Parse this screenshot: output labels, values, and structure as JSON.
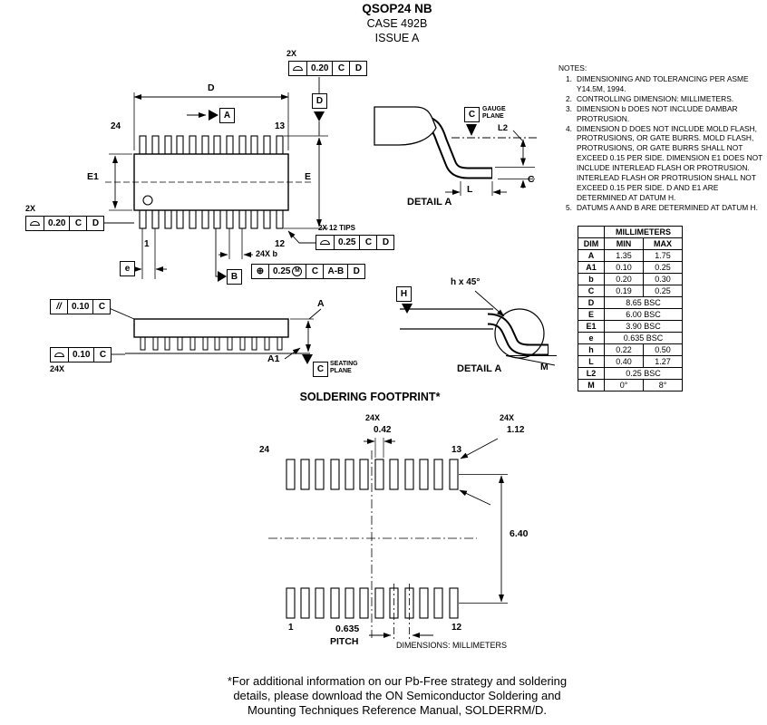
{
  "header": {
    "title": "QSOP24 NB",
    "case": "CASE 492B",
    "issue": "ISSUE A"
  },
  "notes": {
    "heading": "NOTES:",
    "items": [
      {
        "num": "1.",
        "text": "DIMENSIONING AND TOLERANCING PER ASME Y14.5M, 1994."
      },
      {
        "num": "2.",
        "text": "CONTROLLING DIMENSION: MILLIMETERS."
      },
      {
        "num": "3.",
        "text": "DIMENSION b DOES NOT INCLUDE DAMBAR PROTRUSION."
      },
      {
        "num": "4.",
        "text": "DIMENSION D DOES NOT INCLUDE MOLD FLASH, PROTRUSIONS, OR GATE BURRS. MOLD FLASH, PROTRUSIONS, OR GATE BURRS SHALL NOT EXCEED 0.15 PER SIDE. DIMENSION E1 DOES NOT INCLUDE INTERLEAD FLASH OR PROTRUSION. INTERLEAD FLASH OR PROTRUSION SHALL NOT EXCEED 0.15 PER SIDE. D AND E1 ARE DETERMINED AT DATUM H."
      },
      {
        "num": "5.",
        "text": "DATUMS A AND B ARE DETERMINED AT DATUM H."
      }
    ]
  },
  "dim_table": {
    "units_header": "MILLIMETERS",
    "col_dim": "DIM",
    "col_min": "MIN",
    "col_max": "MAX",
    "rows": [
      {
        "dim": "A",
        "min": "1.35",
        "max": "1.75"
      },
      {
        "dim": "A1",
        "min": "0.10",
        "max": "0.25"
      },
      {
        "dim": "b",
        "min": "0.20",
        "max": "0.30"
      },
      {
        "dim": "C",
        "min": "0.19",
        "max": "0.25"
      },
      {
        "dim": "D",
        "bsc": "8.65 BSC"
      },
      {
        "dim": "E",
        "bsc": "6.00 BSC"
      },
      {
        "dim": "E1",
        "bsc": "3.90 BSC"
      },
      {
        "dim": "e",
        "bsc": "0.635 BSC"
      },
      {
        "dim": "h",
        "min": "0.22",
        "max": "0.50"
      },
      {
        "dim": "L",
        "min": "0.40",
        "max": "1.27"
      },
      {
        "dim": "L2",
        "bsc": "0.25 BSC"
      },
      {
        "dim": "M",
        "min": "0°",
        "max": "8°"
      }
    ]
  },
  "callouts": {
    "fcf_top": {
      "qty": "2X",
      "tol": "0.20",
      "ref1": "C",
      "ref2": "D"
    },
    "fcf_left": {
      "qty": "2X",
      "tol": "0.20",
      "ref1": "C",
      "ref2": "D"
    },
    "fcf_tips": {
      "qty": "2X 12 TIPS",
      "tol": "0.25",
      "ref1": "C",
      "ref2": "D"
    },
    "fcf_position": {
      "qty": "24X b",
      "sym": "⊕",
      "tol": "0.25",
      "mod": "M",
      "ref1": "C",
      "ref2": "A-B",
      "ref3": "D"
    },
    "fcf_parallel": {
      "sym": "//",
      "tol": "0.10",
      "ref1": "C"
    },
    "fcf_profile": {
      "qty": "24X",
      "tol": "0.10",
      "ref1": "C"
    }
  },
  "datums": {
    "a": "A",
    "b": "B",
    "d": "D",
    "h": "H",
    "c_gauge": "C",
    "c_seating": "C"
  },
  "labels": {
    "dim_d": "D",
    "dim_e": "E",
    "dim_e1": "E1",
    "pitch_e": "e",
    "dim_a": "A",
    "dim_a1": "A1",
    "pin_24": "24",
    "pin_13": "13",
    "pin_1": "1",
    "pin_12": "12",
    "gauge_plane": "GAUGE PLANE",
    "seating_plane": "SEATING PLANE",
    "l2": "L2",
    "l": "L",
    "c": "C",
    "h45": "h x 45°",
    "m": "M",
    "detail_a_top": "DETAIL A",
    "detail_a_bottom": "DETAIL A"
  },
  "footprint": {
    "title": "SOLDERING FOOTPRINT*",
    "qty_a": "24X",
    "val_a": "0.42",
    "qty_b": "24X",
    "val_b": "1.12",
    "pin_24": "24",
    "pin_13": "13",
    "pin_1": "1",
    "pin_12": "12",
    "span": "6.40",
    "pitch_val": "0.635",
    "pitch_word": "PITCH",
    "units": "DIMENSIONS: MILLIMETERS"
  },
  "footer": {
    "lines": [
      "*For additional information on our Pb-Free strategy and soldering",
      "details, please download the ON Semiconductor Soldering and",
      "Mounting Techniques Reference Manual, SOLDERRM/D."
    ]
  }
}
